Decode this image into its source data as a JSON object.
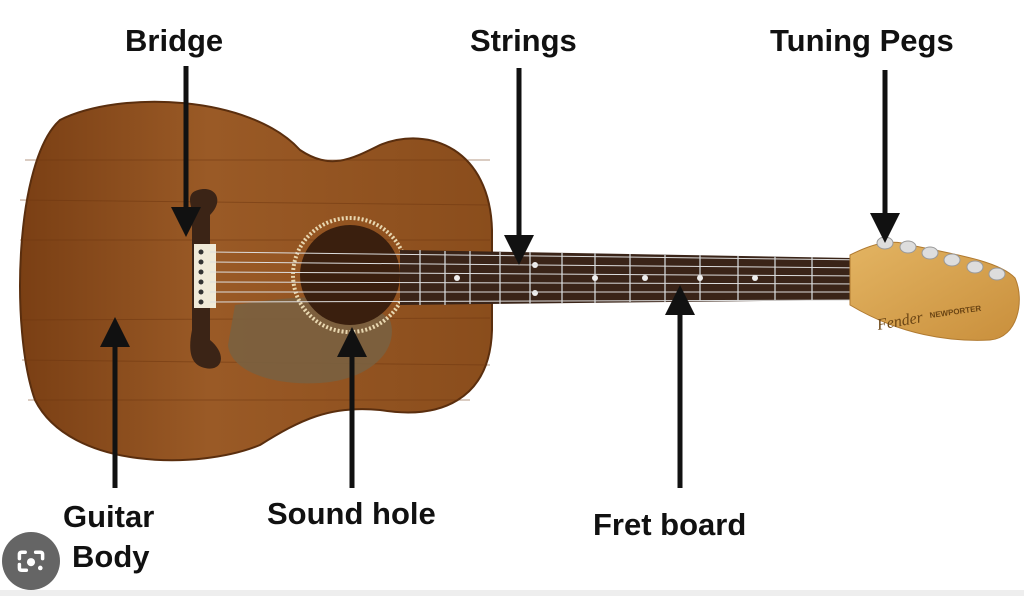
{
  "labels": {
    "bridge": "Bridge",
    "strings": "Strings",
    "tuning_pegs": "Tuning Pegs",
    "guitar_body_1": "Guitar",
    "guitar_body_2": "Body",
    "sound_hole": "Sound hole",
    "fret_board": "Fret board"
  },
  "headstock_logo": "Fender NEWPORTER",
  "colors": {
    "body": "#8a4f1f",
    "neck": "#3a2418",
    "headstock": "#d9a652",
    "arrow": "#111111"
  },
  "icons": {
    "lens": "google-lens-icon"
  }
}
